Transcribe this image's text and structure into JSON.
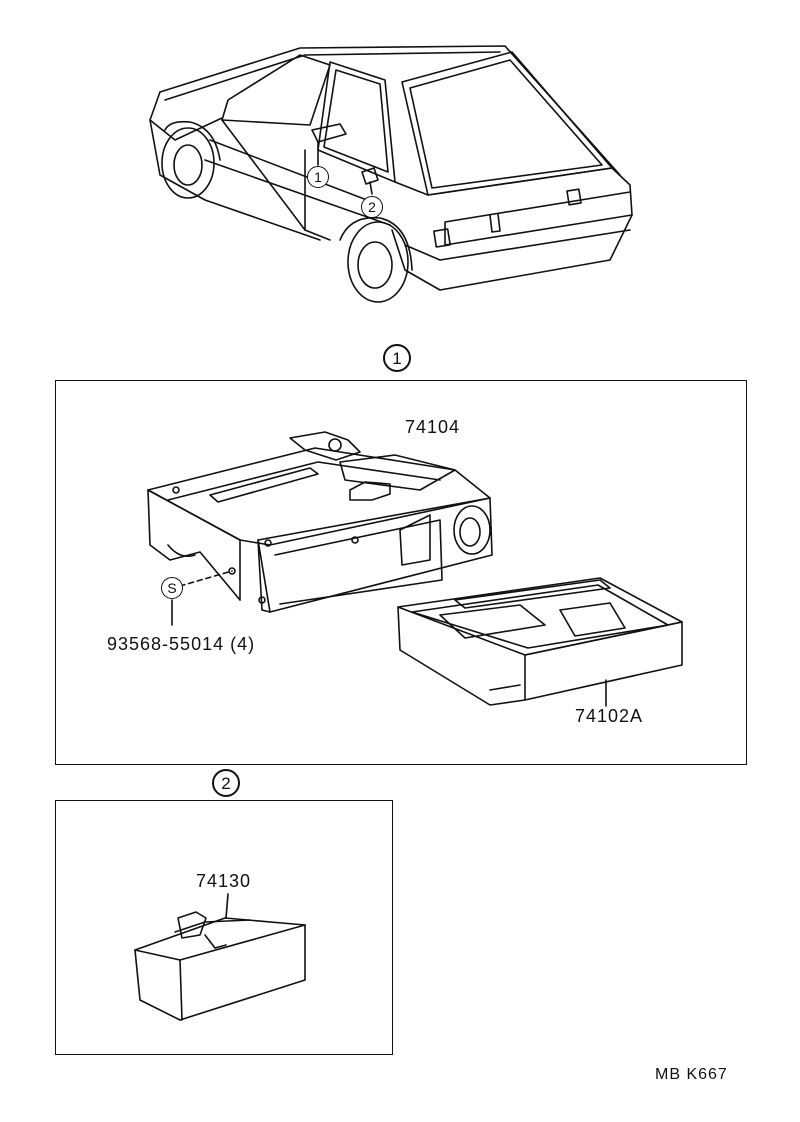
{
  "callouts": {
    "car_marker_1": "1",
    "car_marker_2": "2",
    "panel_1_marker": "1",
    "panel_2_marker": "2",
    "screw_marker": "S"
  },
  "parts": {
    "ashtray_housing": "74104",
    "screw": "93568-55014 (4)",
    "front_ashtray": "74102A",
    "rear_ashtray": "74130"
  },
  "footer": {
    "code": "MB K667"
  }
}
